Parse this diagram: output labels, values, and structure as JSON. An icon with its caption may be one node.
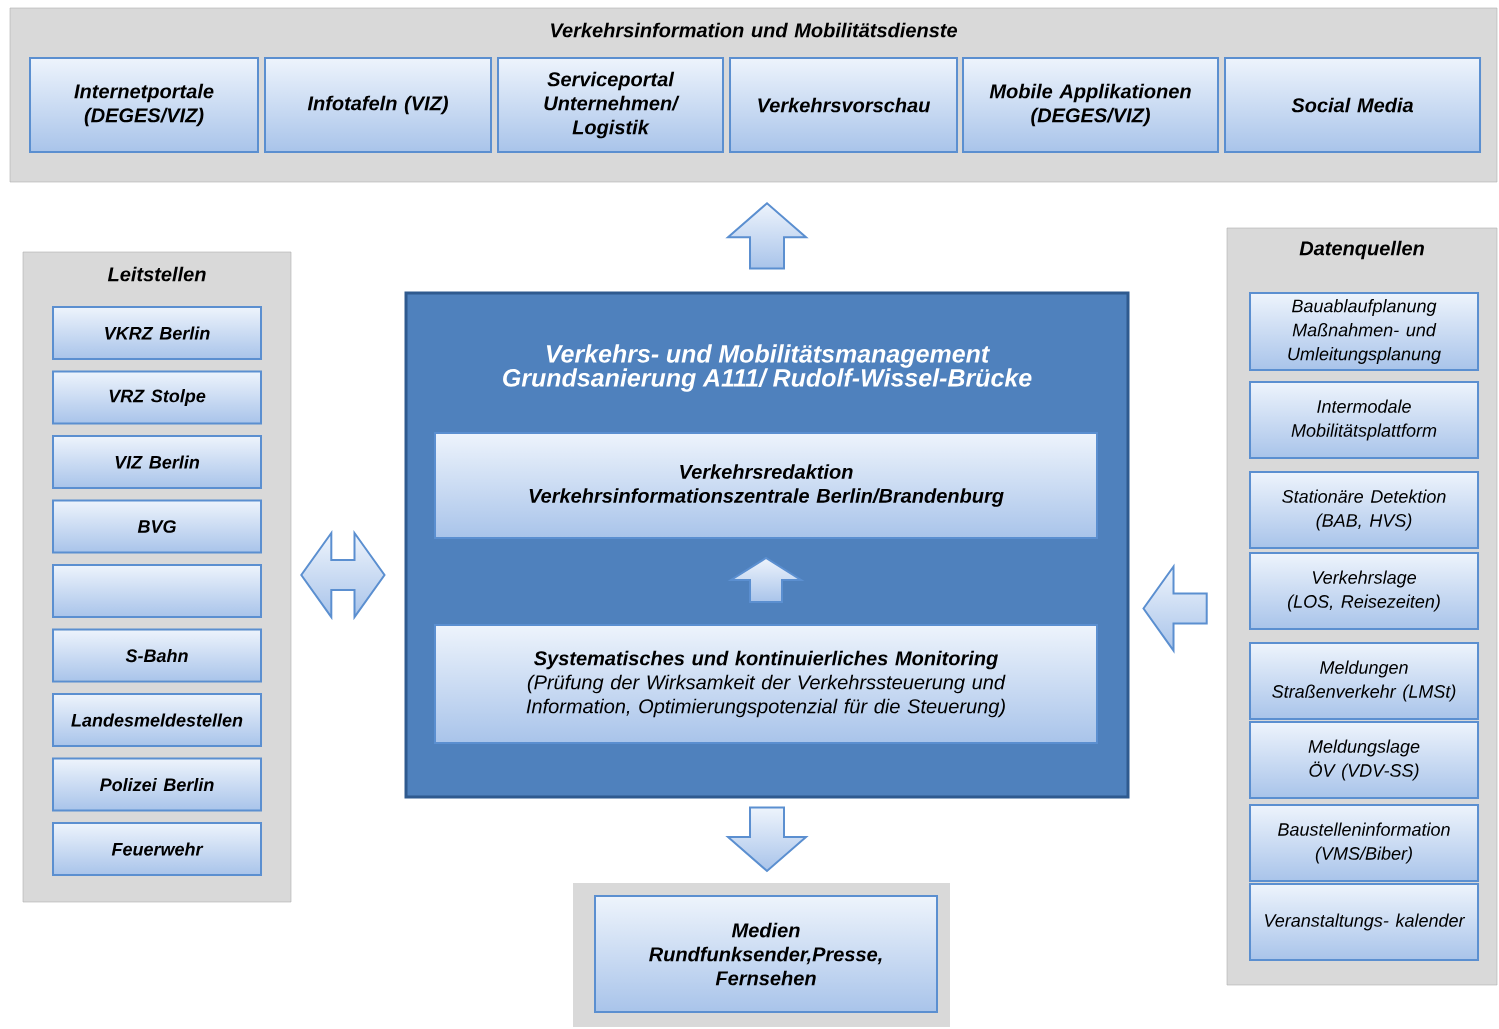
{
  "diagram": {
    "nodes": [
      {
        "text": [
          "Verkehrsinformation und Mobilitätsdienste"
        ]
      },
      {
        "text": [
          "Internetportale (DEGES/VIZ)"
        ],
        "in": 0
      },
      {
        "text": [
          "Infotafeln (VIZ)"
        ],
        "in": 0
      },
      {
        "text": [
          "Serviceportal Unternehmen/ Logistik"
        ],
        "in": 0
      },
      {
        "text": [
          "Verkehrsvorschau"
        ],
        "in": 0
      },
      {
        "text": [
          "Mobile Applikationen (DEGES/VIZ)"
        ],
        "in": 0
      },
      {
        "text": [
          "Social Media"
        ],
        "in": 0
      },
      {
        "text": [
          "Leitstellen"
        ]
      },
      {
        "text": [
          "VKRZ Berlin"
        ],
        "in": 7
      },
      {
        "text": [
          "VRZ Stolpe"
        ],
        "in": 7
      },
      {
        "text": [
          "VIZ Berlin"
        ],
        "in": 7
      },
      {
        "text": [
          "BVG"
        ],
        "in": 7
      },
      {
        "text": [],
        "shape": "box",
        "in": 7
      },
      {
        "text": [
          "S-Bahn"
        ],
        "in": 7
      },
      {
        "text": [
          "Landesmeldestellen"
        ],
        "in": 7
      },
      {
        "text": [
          "Polizei Berlin"
        ],
        "in": 7
      },
      {
        "text": [
          "Feuerwehr"
        ],
        "in": 7
      },
      {
        "text": [
          "Verkehrs- und Mobilitätsmanagement Grundsanierung A111/ Rudolf-Wissel-Brücke"
        ]
      },
      {
        "text": [
          "Verkehrsredaktion",
          "Verkehrsinformationszentrale Berlin/Brandenburg"
        ],
        "in": 17
      },
      {
        "text": [
          "Systematisches und kontinuierliches Monitoring",
          "(Prüfung der Wirksamkeit der Verkehrssteuerung und Information, Optimierungspotenzial für die Steuerung)"
        ],
        "in": 17
      },
      {
        "text": [
          "Datenquellen"
        ]
      },
      {
        "text": [
          "Bauablaufplanung Maßnahmen- und Umleitungsplanung"
        ],
        "in": 20
      },
      {
        "text": [
          "Intermodale Mobilitätsplattform"
        ],
        "in": 20
      },
      {
        "text": [
          "Stationäre Detektion (BAB, HVS)"
        ],
        "in": 20
      },
      {
        "text": [
          "Verkehrslage (LOS, Reisezeiten)"
        ],
        "in": 20
      },
      {
        "text": [
          "Meldungen Straßenverkehr (LMSt)"
        ],
        "in": 20
      },
      {
        "text": [
          "Meldungslage ÖV (VDV-SS)"
        ],
        "in": 20
      },
      {
        "text": [
          "Baustelleninformation (VMS/Biber)"
        ],
        "in": 20
      },
      {
        "text": [
          "Veranstaltungs- kalender"
        ],
        "in": 20
      },
      {
        "text": [
          "Medien",
          "Rundfunksender,Presse, Fernsehen"
        ]
      }
    ],
    "edges": [
      {
        "from": 17,
        "to": 0,
        "arrow": "to"
      },
      {
        "from": 7,
        "to": 17,
        "arrow": "both"
      },
      {
        "from": 20,
        "to": 17,
        "arrow": "to"
      },
      {
        "from": 17,
        "to": 29,
        "arrow": "to"
      },
      {
        "from": 19,
        "to": 18,
        "arrow": "to"
      }
    ]
  }
}
